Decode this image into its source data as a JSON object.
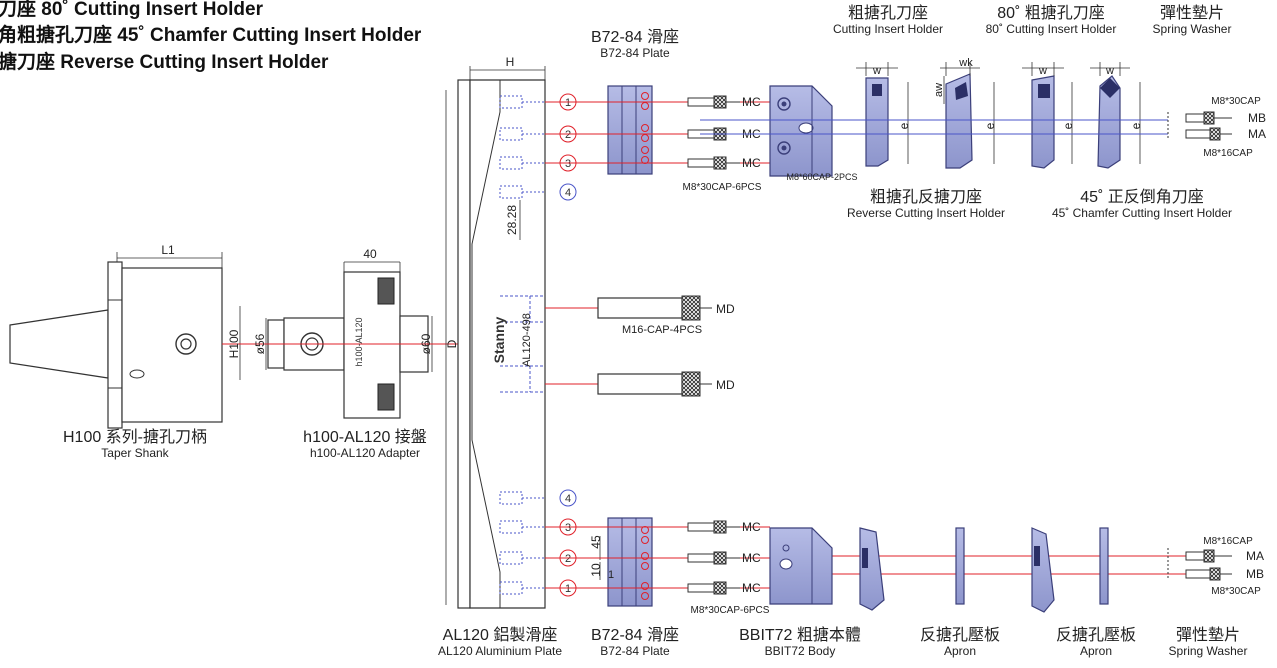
{
  "header": {
    "line1": "刀座 80˚ Cutting Insert Holder",
    "line2": "角粗搪孔刀座 45˚ Chamfer Cutting Insert Holder",
    "line3": "搪刀座 Reverse Cutting Insert Holder"
  },
  "labels": {
    "taper_shank": {
      "zh": "H100 系列-搪孔刀柄",
      "en": "Taper Shank"
    },
    "adapter": {
      "zh": "h100-AL120 接盤",
      "en": "h100-AL120 Adapter"
    },
    "alu_plate": {
      "zh": "AL120 鋁製滑座",
      "en": "AL120 Aluminium Plate"
    },
    "plate_bottom": {
      "zh": "B72-84 滑座",
      "en": "B72-84 Plate"
    },
    "plate_top": {
      "zh": "B72-84 滑座",
      "en": "B72-84 Plate"
    },
    "bbit_body": {
      "zh": "BBIT72 粗搪本體",
      "en": "BBIT72 Body"
    },
    "apron1": {
      "zh": "反搪孔壓板",
      "en": "Apron"
    },
    "apron2": {
      "zh": "反搪孔壓板",
      "en": "Apron"
    },
    "spring_bottom": {
      "zh": "彈性墊片",
      "en": "Spring Washer"
    },
    "cutting_holder": {
      "zh": "粗搪孔刀座",
      "en": "Cutting Insert Holder"
    },
    "holder80": {
      "zh": "80˚ 粗搪孔刀座",
      "en": "80˚ Cutting Insert Holder"
    },
    "spring_top": {
      "zh": "彈性墊片",
      "en": "Spring Washer"
    },
    "reverse_holder": {
      "zh": "粗搪孔反搪刀座",
      "en": "Reverse Cutting Insert Holder"
    },
    "chamfer_holder": {
      "zh": "45˚ 正反倒角刀座",
      "en": "45˚ Chamfer Cutting Insert Holder"
    }
  },
  "parts": {
    "mc": "MC",
    "md": "MD",
    "ma": "MA",
    "mb": "MB",
    "m8_30cap_6pcs": "M8*30CAP-6PCS",
    "m8_60cap_2pcs": "M8*60CAP-2PCS",
    "m16_cap_4pcs": "M16-CAP-4PCS",
    "m8_30cap": "M8*30CAP",
    "m8_16cap": "M8*16CAP",
    "brand": "Stanny",
    "plate_code": "AL120-498",
    "bbit_code": "BBIT72",
    "adapter_code": "h100-AL120"
  },
  "dims": {
    "H": "H",
    "L1": "L1",
    "forty": "40",
    "D": "D",
    "H100": "H100",
    "d56": "ø56",
    "d60": "ø60",
    "h2828": "28.28",
    "w": "w",
    "wk": "wk",
    "aw": "aw",
    "e": "e",
    "n45": "45",
    "n10": "10",
    "n1": "1",
    "n2": "2",
    "n3": "3",
    "n4": "4"
  },
  "colors": {
    "part_fill": "#9aa2d6",
    "part_stroke": "#3b3f7a",
    "center_line": "#e0212a",
    "dim_line": "#333333",
    "hidden_line": "#4a55c8",
    "circle_red": "#e0212a"
  }
}
